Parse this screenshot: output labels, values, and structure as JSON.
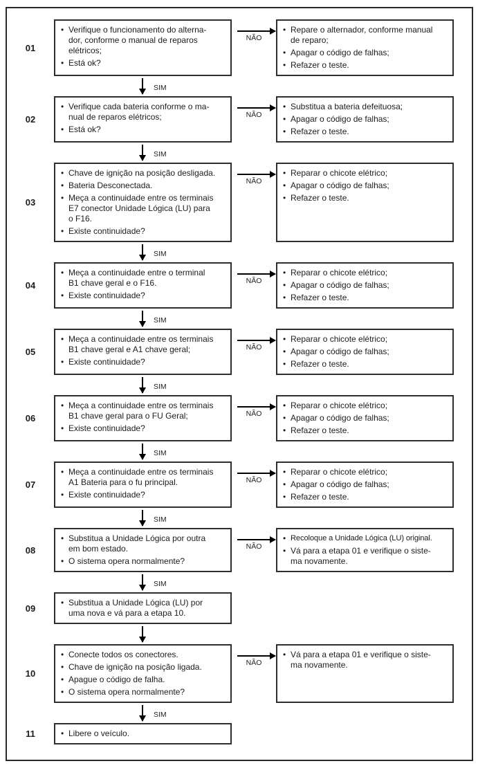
{
  "diagram": {
    "bullet": "•",
    "steps": [
      {
        "number": "01",
        "no_label": "NÃO",
        "down_label": "SIM",
        "left": [
          "Verifique o funcionamento do alterna-\ndor, conforme o manual de reparos\nelétricos;",
          "Está ok?"
        ],
        "right": [
          "Repare o alternador, conforme manual\nde reparo;",
          "Apagar o código de falhas;",
          "Refazer o teste."
        ]
      },
      {
        "number": "02",
        "no_label": "NÃO",
        "down_label": "SIM",
        "left": [
          "Verifique cada bateria conforme o ma-\nnual de reparos elétricos;",
          "Está ok?"
        ],
        "right": [
          "Substitua a bateria defeituosa;",
          "Apagar o código de falhas;",
          "Refazer o teste."
        ]
      },
      {
        "number": "03",
        "no_label": "NÃO",
        "down_label": "SIM",
        "left": [
          "Chave de ignição na posição desligada.",
          "Bateria Desconectada.",
          "Meça a continuidade entre os terminais\nE7 conector Unidade Lógica (LU) para\no F16.",
          "Existe continuidade?"
        ],
        "right": [
          "Reparar o chicote elétrico;",
          "Apagar o código de falhas;",
          "Refazer o teste."
        ]
      },
      {
        "number": "04",
        "no_label": "NÃO",
        "down_label": "SIM",
        "left": [
          "Meça a continuidade entre o terminal\nB1 chave geral e o F16.",
          "Existe continuidade?"
        ],
        "right": [
          "Reparar o chicote elétrico;",
          "Apagar o código de falhas;",
          "Refazer o teste."
        ]
      },
      {
        "number": "05",
        "no_label": "NÃO",
        "down_label": "SIM",
        "left": [
          "Meça a continuidade entre os terminais\nB1 chave geral e A1 chave geral;",
          "Existe continuidade?"
        ],
        "right": [
          "Reparar o chicote elétrico;",
          "Apagar o código de falhas;",
          "Refazer o teste."
        ]
      },
      {
        "number": "06",
        "no_label": "NÃO",
        "down_label": "SIM",
        "left": [
          "Meça a continuidade entre os terminais\nB1 chave geral para o FU Geral;",
          "Existe continuidade?"
        ],
        "right": [
          "Reparar o chicote elétrico;",
          "Apagar o código de falhas;",
          "Refazer o teste."
        ]
      },
      {
        "number": "07",
        "no_label": "NÃO",
        "down_label": "SIM",
        "left": [
          "Meça a continuidade entre os terminais\nA1 Bateria para o fu principal.",
          "Existe continuidade?"
        ],
        "right": [
          "Reparar o chicote elétrico;",
          "Apagar o código de falhas;",
          "Refazer o teste."
        ]
      },
      {
        "number": "08",
        "no_label": "NÃO",
        "down_label": "SIM",
        "left": [
          "Substitua a Unidade Lógica por outra\nem bom estado.",
          "O sistema opera normalmente?"
        ],
        "right": [
          "Recoloque a Unidade Lógica (LU) original.",
          "Vá para a etapa 01 e verifique o siste-\nma novamente."
        ]
      },
      {
        "number": "09",
        "down_label": "",
        "left": [
          "Substitua a Unidade Lógica (LU) por\numa nova e vá para a etapa 10."
        ]
      },
      {
        "number": "10",
        "no_label": "NÃO",
        "down_label": "SIM",
        "left": [
          "Conecte todos os conectores.",
          "Chave de ignição na posição ligada.",
          "Apague o código de falha.",
          "O sistema opera normalmente?"
        ],
        "right": [
          "Vá para a etapa 01 e verifique o siste-\nma novamente."
        ]
      },
      {
        "number": "11",
        "left": [
          "Libere o veículo."
        ]
      }
    ]
  }
}
